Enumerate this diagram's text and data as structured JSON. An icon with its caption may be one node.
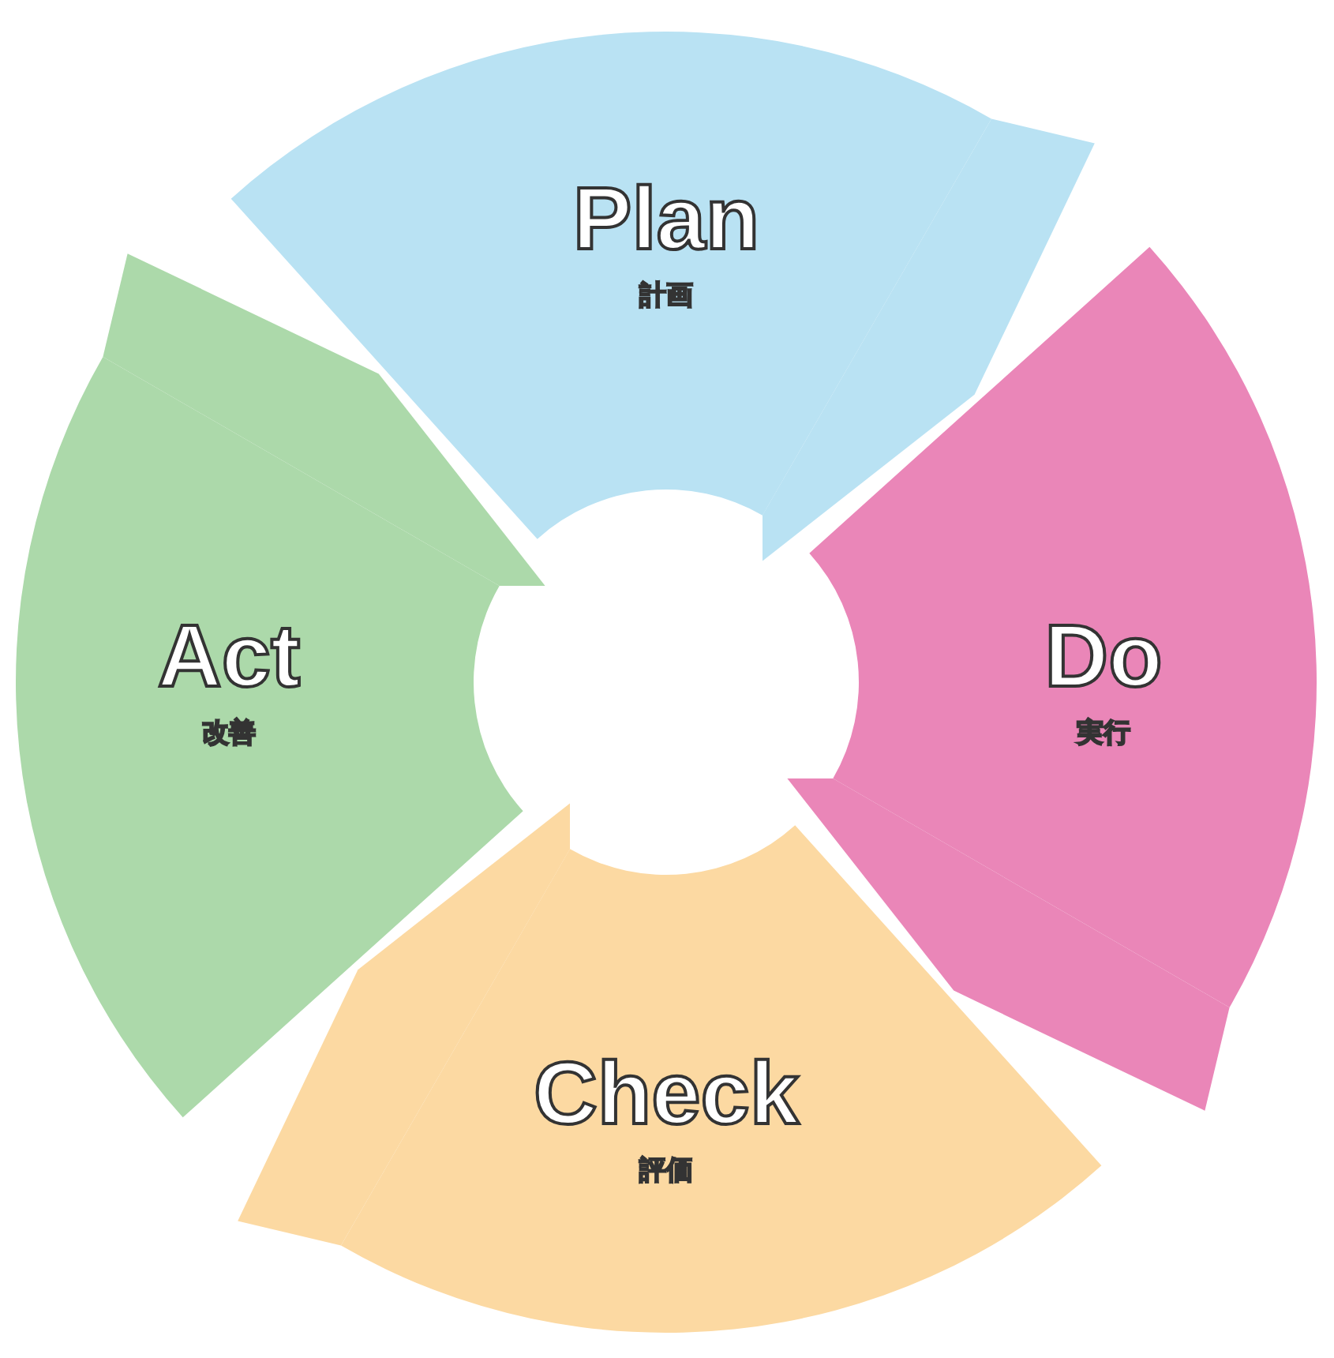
{
  "diagram": {
    "nodes": [
      {
        "text": [
          "Plan",
          "計画"
        ]
      },
      {
        "text": [
          "Do",
          "実行"
        ]
      },
      {
        "text": [
          "Check",
          "評価"
        ]
      },
      {
        "text": [
          "Act",
          "改善"
        ]
      }
    ],
    "edges": [
      {
        "from": 0,
        "to": 1,
        "arrow": "to"
      },
      {
        "from": 1,
        "to": 2,
        "arrow": "to"
      },
      {
        "from": 2,
        "to": 3,
        "arrow": "to"
      },
      {
        "from": 3,
        "to": 0,
        "arrow": "to"
      }
    ]
  }
}
